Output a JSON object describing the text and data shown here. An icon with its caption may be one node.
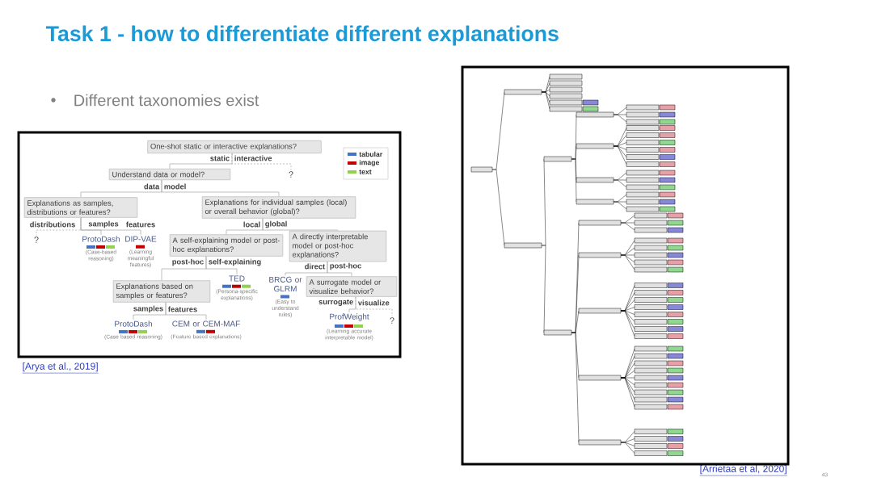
{
  "diagram": {
    "title": "Task 1 - how to differentiate different explanations",
    "nodes": [
      {
        "text": [
          "One-shot static or interactive explanations?"
        ]
      },
      {
        "text": [
          "Understand data or model?"
        ]
      },
      {
        "text": [
          "?"
        ]
      },
      {
        "text": [
          "Explanations as samples, distributions or features?"
        ]
      },
      {
        "text": [
          "Explanations for individual samples (local) or overall behavior (global)?"
        ]
      },
      {
        "text": [
          "?"
        ]
      },
      {
        "text": [
          "ProtoDash"
        ],
        "beside": [
          "(Case-based reasoning)"
        ]
      },
      {
        "text": [
          "DIP-VAE"
        ],
        "beside": [
          "(Learning meaningful features)"
        ]
      },
      {
        "text": [
          "A self-explaining model or post-hoc explanations?"
        ]
      },
      {
        "text": [
          "A directly interpretable model or post-hoc explanations?"
        ]
      },
      {
        "text": [
          "Explanations based on samples or features?"
        ]
      },
      {
        "text": [
          "TED"
        ],
        "beside": [
          "(Persona-specific explanations)"
        ]
      },
      {
        "text": [
          "BRCG or GLRM"
        ],
        "beside": [
          "(Easy to understand rules)"
        ]
      },
      {
        "text": [
          "A surrogate model or visualize behavior?"
        ]
      },
      {
        "text": [
          "ProtoDash"
        ],
        "beside": [
          "(Case based reasoning)"
        ]
      },
      {
        "text": [
          "CEM or CEM-MAF"
        ],
        "beside": [
          "(Feature based explanations)"
        ]
      },
      {
        "text": [
          "ProfWeight"
        ],
        "beside": [
          "(Learning accurate interpretable model)"
        ]
      },
      {
        "text": [
          "?"
        ]
      }
    ],
    "edges": [
      {
        "from": 0,
        "to": 1,
        "arrow": "none",
        "label": "static"
      },
      {
        "from": 0,
        "to": 2,
        "arrow": "none",
        "label": "interactive",
        "style": "dashed"
      },
      {
        "from": 1,
        "to": 3,
        "arrow": "none",
        "label": "data"
      },
      {
        "from": 1,
        "to": 4,
        "arrow": "none",
        "label": "model"
      },
      {
        "from": 3,
        "to": 5,
        "arrow": "none",
        "label": "distributions",
        "style": "dashed"
      },
      {
        "from": 3,
        "to": 6,
        "arrow": "none",
        "label": "samples"
      },
      {
        "from": 3,
        "to": 7,
        "arrow": "none",
        "label": "features"
      },
      {
        "from": 4,
        "to": 8,
        "arrow": "none",
        "label": "local"
      },
      {
        "from": 4,
        "to": 9,
        "arrow": "none",
        "label": "global"
      },
      {
        "from": 8,
        "to": 10,
        "arrow": "none",
        "label": "post-hoc"
      },
      {
        "from": 8,
        "to": 11,
        "arrow": "none",
        "label": "self-explaining"
      },
      {
        "from": 9,
        "to": 12,
        "arrow": "none",
        "label": "direct"
      },
      {
        "from": 9,
        "to": 13,
        "arrow": "none",
        "label": "post-hoc"
      },
      {
        "from": 10,
        "to": 14,
        "arrow": "none",
        "label": "samples"
      },
      {
        "from": 10,
        "to": 15,
        "arrow": "none",
        "label": "features"
      },
      {
        "from": 13,
        "to": 16,
        "arrow": "none",
        "label": "surrogate"
      },
      {
        "from": 13,
        "to": 17,
        "arrow": "none",
        "label": "visualize",
        "style": "dashed"
      }
    ],
    "labels": [
      "Different taxonomies exist",
      "[Arya et al., 2019]",
      "[Arrietaa et al, 2020]",
      "43"
    ],
    "legend": [
      {
        "text": "tabular",
        "color": "#4472c4"
      },
      {
        "text": "image",
        "color": "#c00000"
      },
      {
        "text": "text",
        "color": "#92d050"
      }
    ]
  }
}
